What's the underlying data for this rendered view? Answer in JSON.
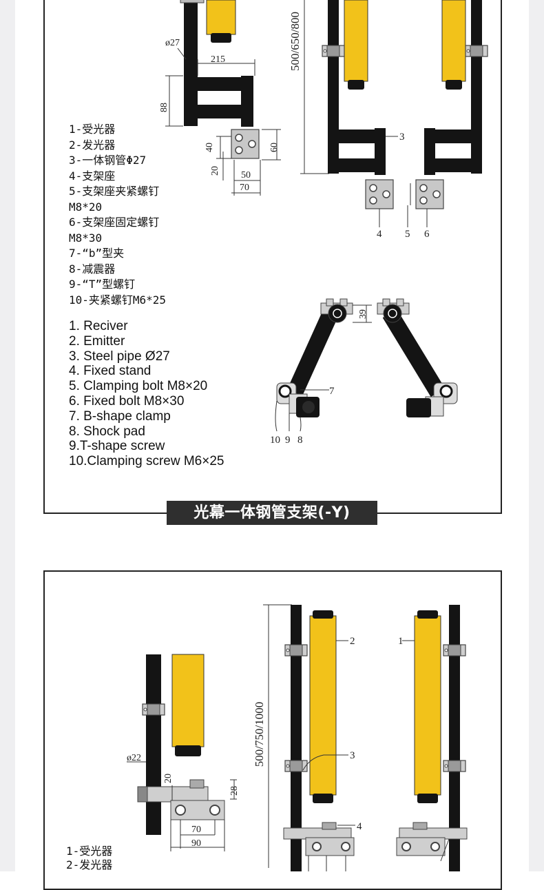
{
  "panel1": {
    "dims": {
      "d27": "ø27",
      "w215": "215",
      "h88": "88",
      "h40": "40",
      "h60": "60",
      "h20": "20",
      "w50": "50",
      "w70": "70",
      "height": "500/650/800",
      "d39": "39"
    },
    "callouts": {
      "c3": "3",
      "c4": "4",
      "c5": "5",
      "c6": "6",
      "c7": "7",
      "c10": "10",
      "c9": "9",
      "c8": "8"
    },
    "legend_cn": [
      "1-受光器",
      "2-发光器",
      "3-一体钢管Φ27",
      "4-支架座",
      "5-支架座夹紧螺钉",
      "M8*20",
      "6-支架座固定螺钉",
      "M8*30",
      "7-“b”型夹",
      "8-减震器",
      "9-“T”型螺钉",
      "10-夹紧螺钉M6*25"
    ],
    "legend_en": [
      "1. Reciver",
      "2. Emitter",
      "3. Steel pipe Ø27",
      "4. Fixed stand",
      "5. Clamping bolt M8×20",
      "6. Fixed bolt M8×30",
      "7. B-shape clamp",
      "8. Shock pad",
      "9.T-shape screw",
      "10.Clamping screw M6×25"
    ]
  },
  "banner": {
    "title": "光幕一体钢管支架(-Y)"
  },
  "panel2": {
    "dims": {
      "d22": "ø22",
      "h20": "20",
      "h28": "28",
      "w70": "70",
      "w90": "90",
      "height": "500/750/1000"
    },
    "callouts": {
      "c2": "2",
      "c1": "1",
      "c3": "3",
      "c4": "4"
    },
    "legend_cn": [
      "1-受光器",
      "2-发光器"
    ]
  },
  "colors": {
    "yellow": "#f2c21a",
    "black": "#141414",
    "bracket": "#bdbdbd",
    "banner": "#2f2f2f",
    "frame": "#222222"
  }
}
